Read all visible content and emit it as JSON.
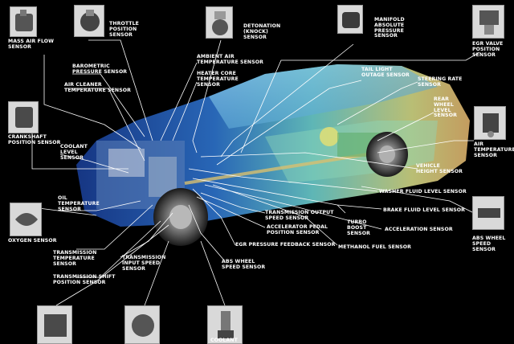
{
  "colors": {
    "background": "#000000",
    "car_body_blue": "#2a6fd0",
    "car_body_cyan": "#6fd6d6",
    "car_body_yellow": "#e6e08a",
    "leader_lines": "#ffffff"
  },
  "labels": {
    "mass_air_flow": "MASS AIR FLOW\nSENSOR",
    "throttle_position": "THROTTLE\nPOSITION\nSENSOR",
    "detonation_knock": "DETONATION\n(KNOCK)\nSENSOR",
    "manifold_absolute_pressure": "MANIFOLD\nABSOLUTE\nPRESSURE\nSENSOR",
    "egr_valve_position": "EGR VALVE\nPOSITION\nSENSOR",
    "barometric_pressure": "BAROMETRIC\nPRESSURE SENSOR",
    "ambient_air_temp": "AMBIENT AIR\nTEMPERATURE SENSOR",
    "air_cleaner_temp": "AIR CLEANER\nTEMPERATURE SENSOR",
    "heater_core_temp": "HEATER CORE\nTEMPERATURE\nSENSOR",
    "tail_light_outage": "TAIL LIGHT\nOUTAGE SENSOR",
    "steering_rate": "STEERING RATE\nSENSOR",
    "rear_wheel_level": "REAR\nWHEEL\nLEVEL\nSENSOR",
    "crankshaft_position": "CRANKSHAFT\nPOSITION SENSOR",
    "coolant_level": "COOLANT\nLEVEL\nSENSOR",
    "air_temperature": "AIR\nTEMPERATURE\nSENSOR",
    "vehicle_height": "VEHICLE\nHEIGHT SENSOR",
    "washer_fluid_level": "WASHER FLUID LEVEL SENSOR",
    "brake_fluid_level": "BRAKE FLUID LEVEL SENSOR",
    "oil_temperature": "OIL\nTEMPERATURE\nSENSOR",
    "oxygen": "OXYGEN SENSOR",
    "transmission_output_speed": "TRANSMISSION OUTPUT\nSPEED SENSOR",
    "accelerator_pedal_position": "ACCELERATOR PEDAL\nPOSITION SENSOR",
    "turbo_boost": "TURBO\nBOOST\nSENSOR",
    "acceleration": "ACCELERATION SENSOR",
    "abs_wheel_speed_right": "ABS WHEEL\nSPEED SENSOR",
    "egr_pressure_feedback": "EGR PRESSURE FEEDBACK SENSOR",
    "methanol_fuel": "METHANOL FUEL SENSOR",
    "transmission_temperature": "TRANSMISSION\nTEMPERATURE\nSENSOR",
    "transmission_input_speed": "TRANSMISSION\nINPUT SPEED\nSENSOR",
    "abs_wheel_speed_center": "ABS WHEEL\nSPEED SENSOR",
    "transmission_shift_position": "TRANSMISSION SHIFT\nPOSITION SENSOR",
    "coolant_partial": "COOLANT"
  },
  "thumbnails": [
    "mass-air-flow-sensor-photo",
    "throttle-position-sensor-photo",
    "detonation-sensor-photo",
    "manifold-absolute-pressure-sensor-photo",
    "egr-valve-position-sensor-photo",
    "crankshaft-position-sensor-photo",
    "air-temperature-sensor-photo",
    "oxygen-sensor-photo",
    "abs-wheel-speed-sensor-photo",
    "transmission-shift-position-sensor-photo",
    "transmission-input-speed-sensor-photo",
    "coolant-sensor-photo"
  ]
}
